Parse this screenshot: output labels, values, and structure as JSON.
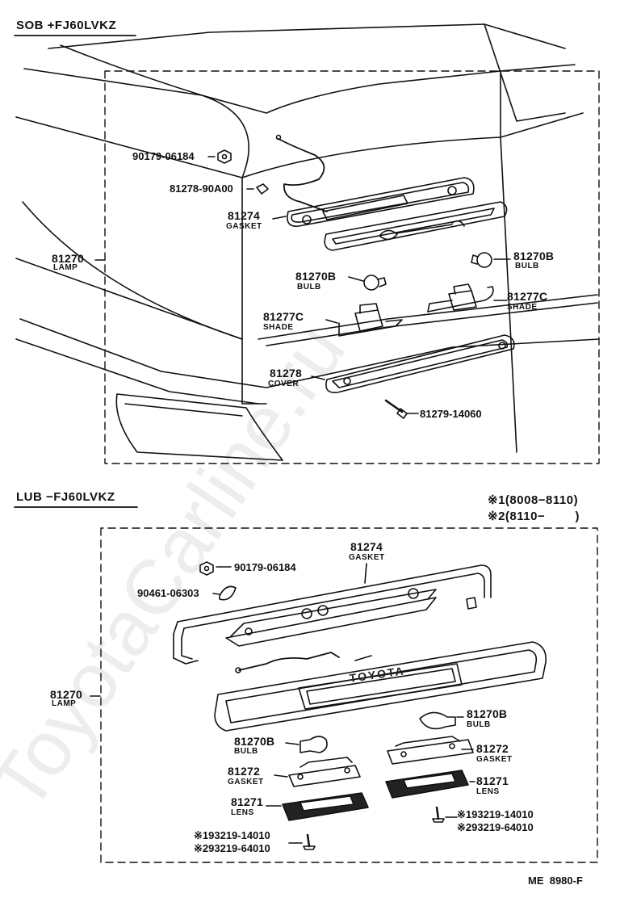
{
  "top_section": {
    "header": "SOB +FJ60LVKZ",
    "parts": {
      "nut": "90179-06184",
      "clip": "81278-90A00",
      "gasket_no": "81274",
      "gasket_name": "GASKET",
      "lamp_no": "81270",
      "lamp_name": "LAMP",
      "bulb_left_no": "81270B",
      "bulb_left_name": "BULB",
      "bulb_right_no": "81270B",
      "bulb_right_name": "BULB",
      "shade_left_no": "81277C",
      "shade_left_name": "SHADE",
      "shade_right_no": "81277C",
      "shade_right_name": "SHADE",
      "cover_no": "81278",
      "cover_name": "COVER",
      "screw": "81279-14060"
    }
  },
  "bottom_section": {
    "header": "LUB −FJ60LVKZ",
    "notes": {
      "note1_mark": "※1",
      "note1_range": "(8008−8110)",
      "note2_mark": "※2",
      "note2_range": "(8110−        )"
    },
    "parts": {
      "gasket_no": "81274",
      "gasket_name": "GASKET",
      "nut": "90179-06184",
      "clip": "90461-06303",
      "lamp_no": "81270",
      "lamp_name": "LAMP",
      "emblem": "TOYOTA",
      "bulb_right_no": "81270B",
      "bulb_right_name": "BULB",
      "bulb_left_no": "81270B",
      "bulb_left_name": "BULB",
      "gasket_right_no": "81272",
      "gasket_right_name": "GASKET",
      "gasket_left_no": "81272",
      "gasket_left_name": "GASKET",
      "lens_right_no": "81271",
      "lens_right_name": "LENS",
      "lens_left_no": "81271",
      "lens_left_name": "LENS",
      "screw_r1": "※193219-14010",
      "screw_r2": "※293219-64010",
      "screw_l1": "※193219-14010",
      "screw_l2": "※293219-64010"
    }
  },
  "footer_code": "ME  8980-F",
  "watermark": "ToyotaCarline.ru"
}
